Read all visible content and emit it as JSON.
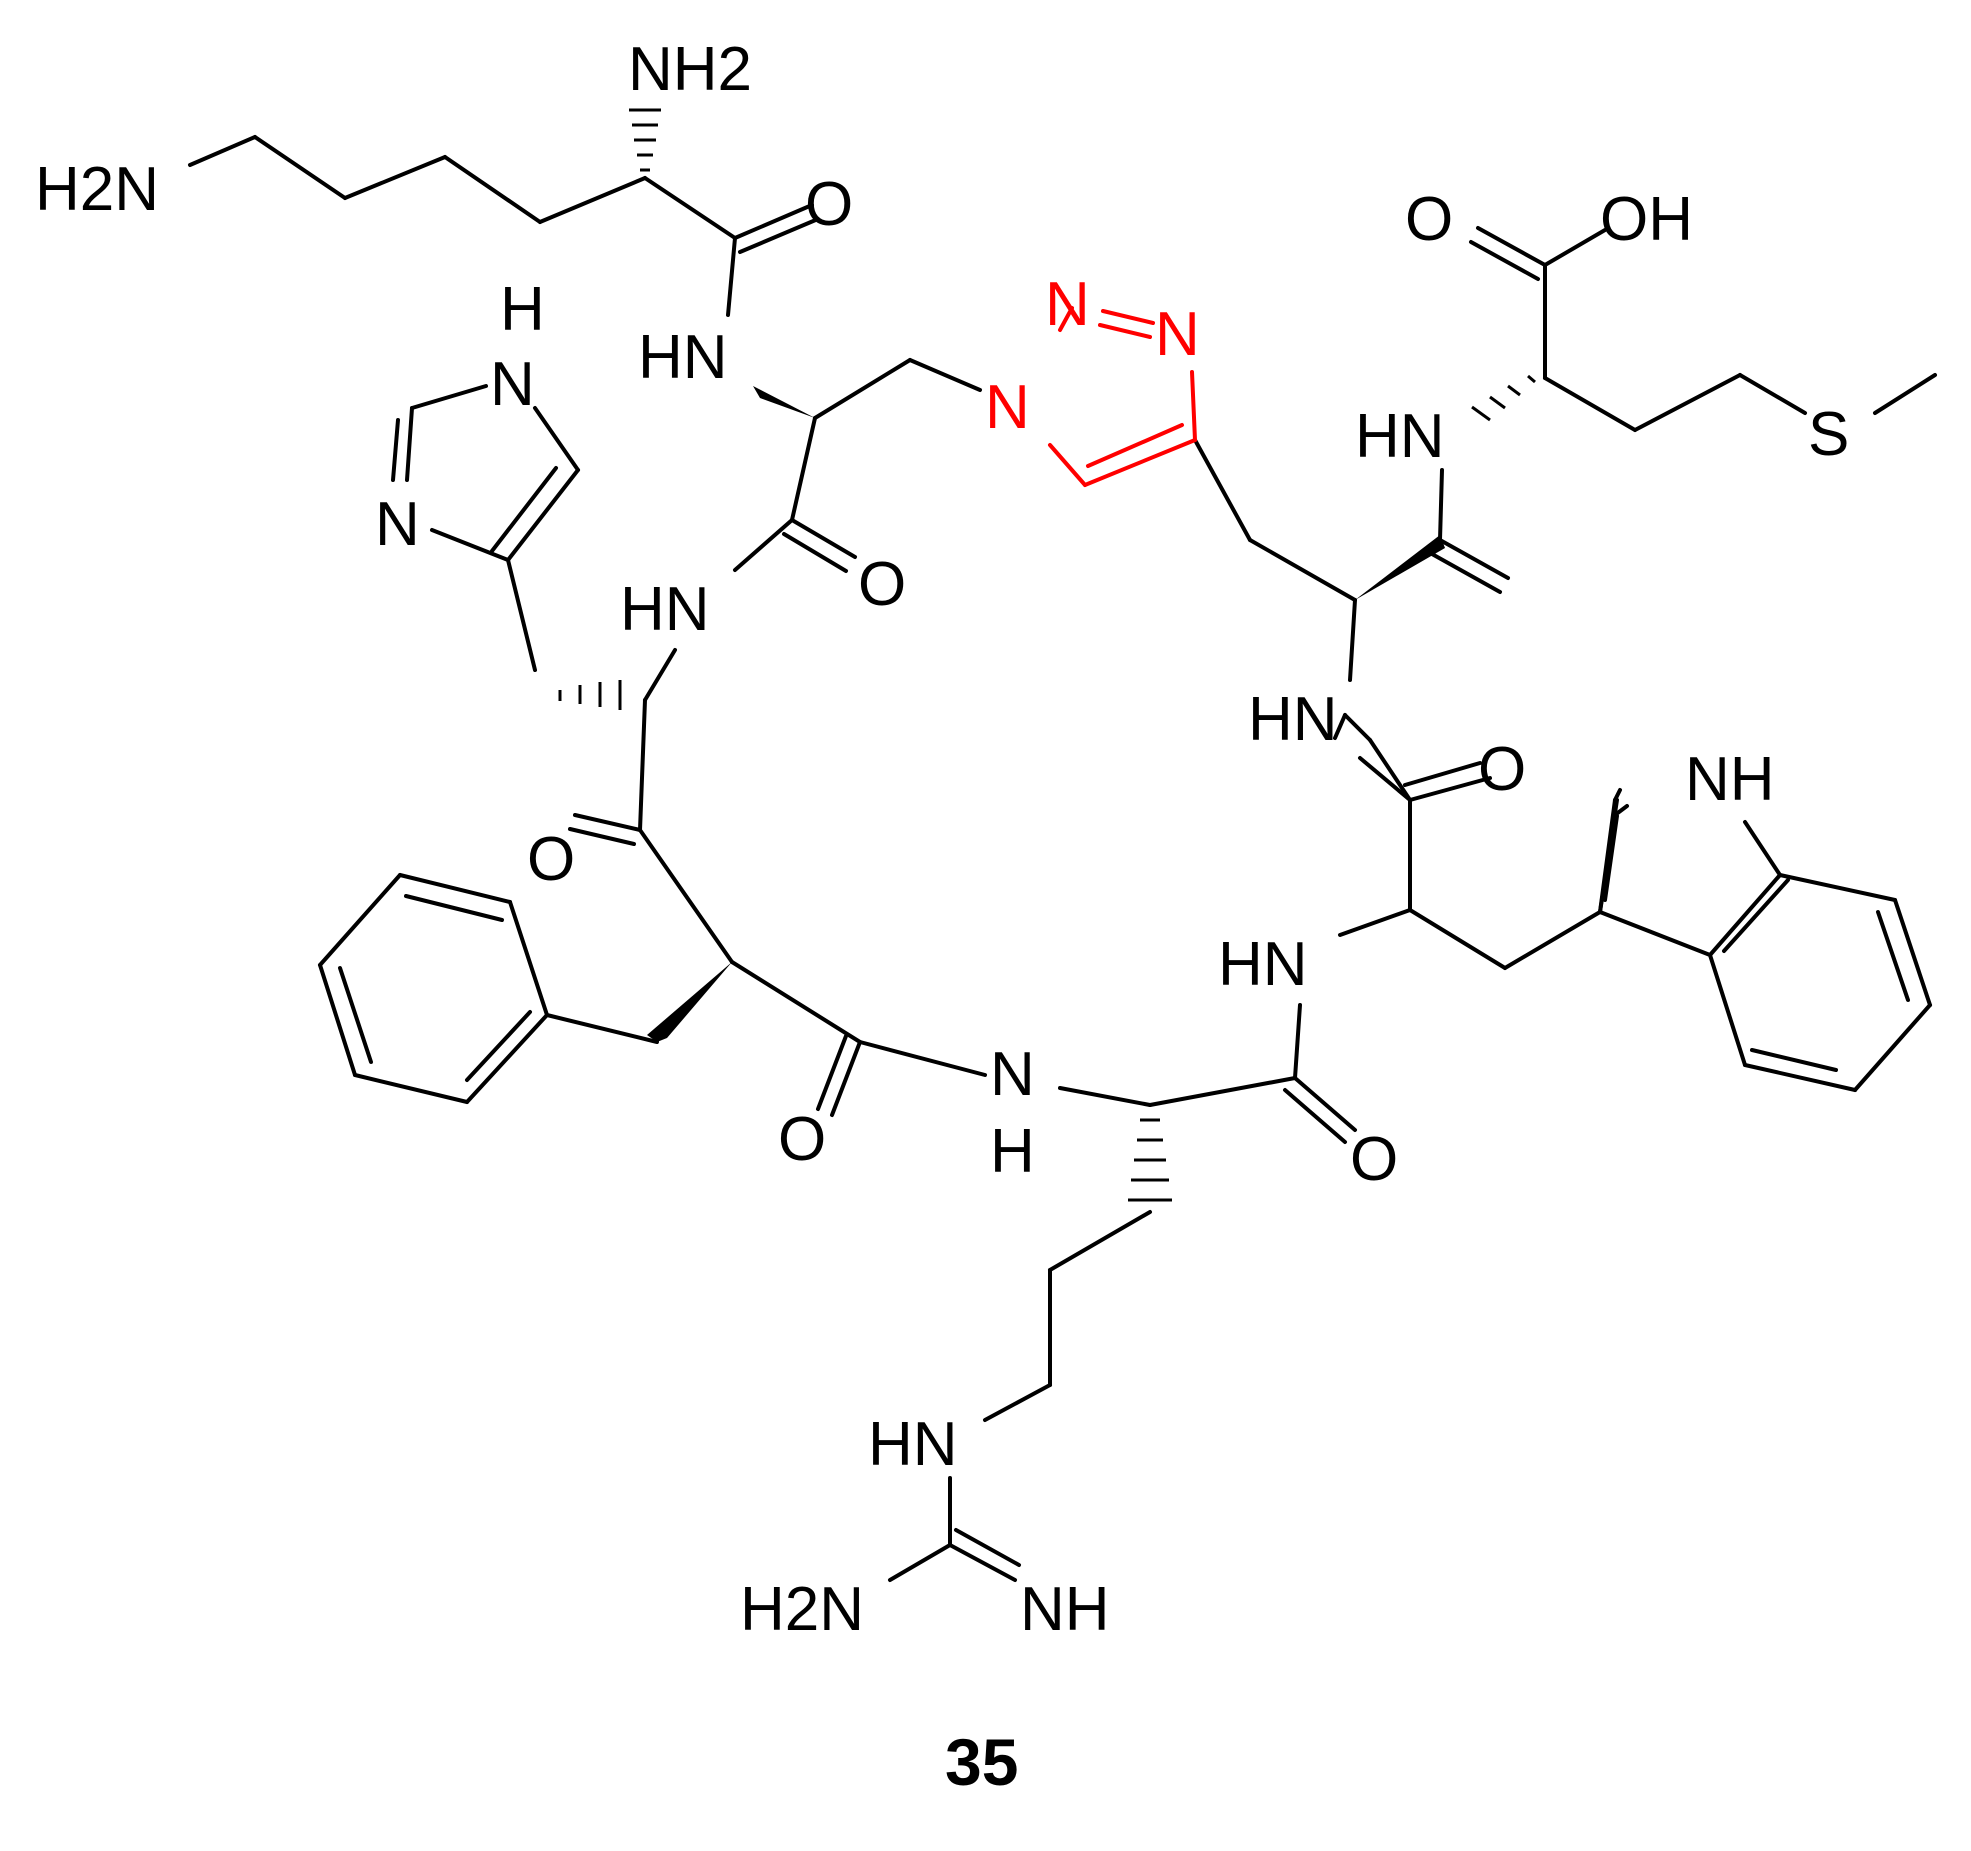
{
  "compound_label": "35",
  "colors": {
    "bond": "#000000",
    "triazole": "#ff0000",
    "background": "#ffffff"
  },
  "atoms": {
    "nh2_lys_alpha": "NH2",
    "h2n_lys_side": "H2N",
    "o_lys": "O",
    "hn_1": "HN",
    "n1_triazole": "N",
    "n2_triazole": "N",
    "n3_triazole": "N",
    "o_acid": "O",
    "oh_acid": "OH",
    "hn_met": "HN",
    "s_met": "S",
    "h_imid": "H",
    "n_imid_h": "N",
    "n_imid": "N",
    "o_2": "O",
    "hn_his": "HN",
    "o_3": "O",
    "hn_4": "HN",
    "o_5": "O",
    "nh_trp_indole": "NH",
    "hn_trp": "HN",
    "o_phe": "O",
    "n_arg": "N",
    "h_arg": "H",
    "o_arg": "O",
    "hn_guan": "HN",
    "h2n_guan": "H2N",
    "nh_guan": "NH"
  }
}
